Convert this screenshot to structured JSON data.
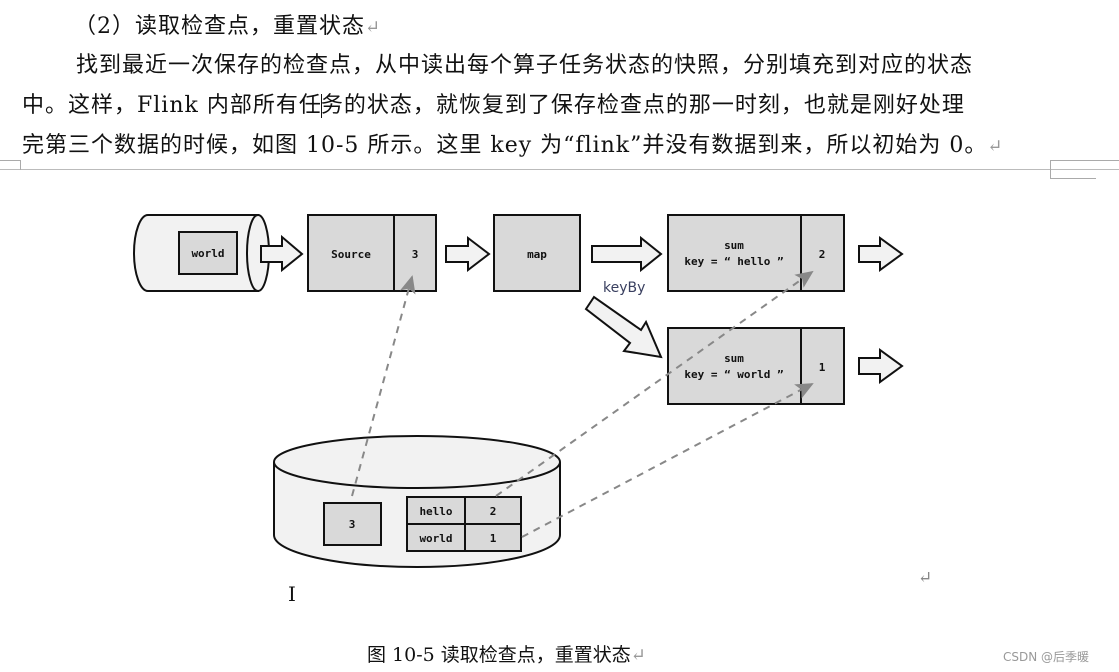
{
  "document": {
    "heading": "（2）读取检查点，重置状态",
    "paragraph_lines": [
      "找到最近一次保存的检查点，从中读出每个算子任务状态的快照，分别填充到对应的状态",
      "中。这样，Flink 内部所有任",
      "务的状态，就恢复到了保存检查点的那一时刻，也就是刚好处理",
      "完第三个数据的时候，如图 10-5 所示。这里 key 为“flink”并没有数据到来，所以初始为 0。"
    ],
    "paragraph_mark": "↵",
    "caption": "图 10-5  读取检查点，重置状态",
    "text_cursor_glyph": "I"
  },
  "diagram": {
    "source_queue": {
      "item": "world"
    },
    "source_task": {
      "label": "Source",
      "state": "3"
    },
    "map_task": {
      "label": "map"
    },
    "keyby_label": "keyBy",
    "sum_hello": {
      "line1": "sum",
      "line2": "key = “ hello ”",
      "state": "2"
    },
    "sum_world": {
      "line1": "sum",
      "line2": "key = “ world ”",
      "state": "1"
    },
    "checkpoint_store": {
      "source_offset": "3",
      "table": [
        {
          "key": "hello",
          "value": "2"
        },
        {
          "key": "world",
          "value": "1"
        }
      ]
    }
  },
  "watermark": "CSDN @后季暖"
}
